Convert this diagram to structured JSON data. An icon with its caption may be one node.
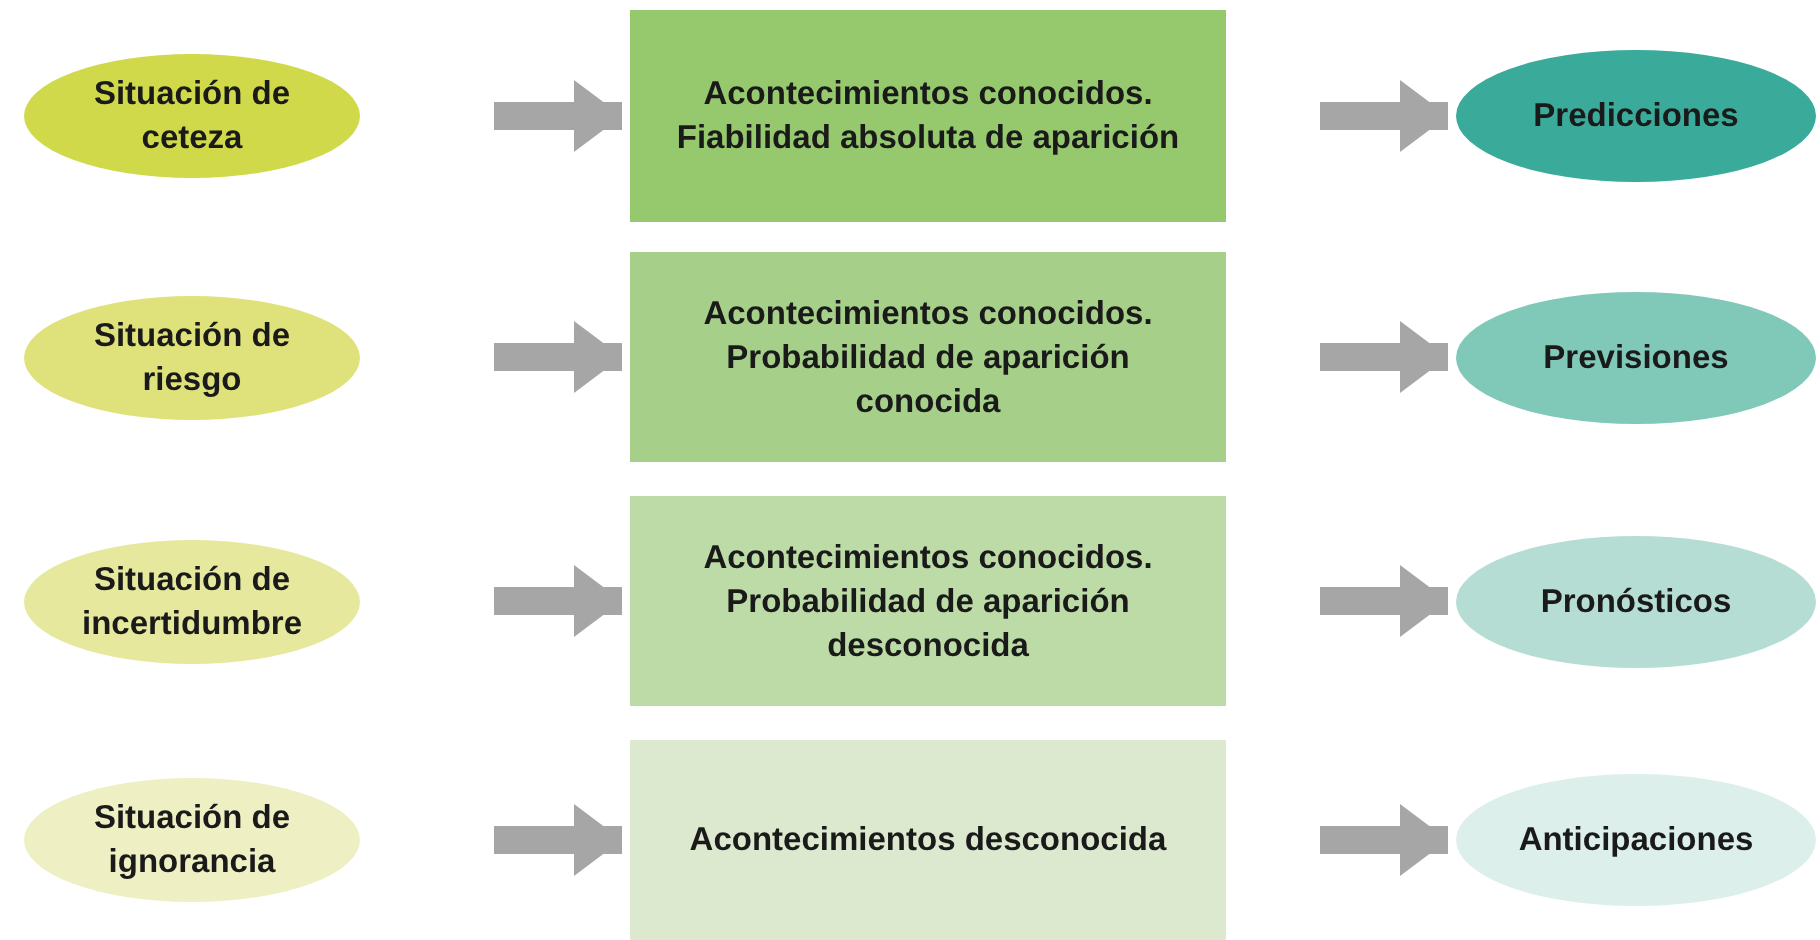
{
  "diagram": {
    "nodes": [
      {
        "text": [
          "Situación de ceteza"
        ]
      },
      {
        "text": [
          "Acontecimientos conocidos. Fiabilidad absoluta de aparición"
        ]
      },
      {
        "text": [
          "Predicciones"
        ]
      },
      {
        "text": [
          "Situación de riesgo"
        ]
      },
      {
        "text": [
          "Acontecimientos conocidos. Probabilidad de aparición conocida"
        ]
      },
      {
        "text": [
          "Previsiones"
        ]
      },
      {
        "text": [
          "Situación de incertidumbre"
        ]
      },
      {
        "text": [
          "Acontecimientos conocidos. Probabilidad de aparición desconocida"
        ]
      },
      {
        "text": [
          "Pronósticos"
        ]
      },
      {
        "text": [
          "Situación de ignorancia"
        ]
      },
      {
        "text": [
          "Acontecimientos desconocida"
        ]
      },
      {
        "text": [
          "Anticipaciones"
        ]
      }
    ],
    "edges": [
      {
        "from": 0,
        "to": 1,
        "arrow": "to"
      },
      {
        "from": 1,
        "to": 2,
        "arrow": "to"
      },
      {
        "from": 3,
        "to": 4,
        "arrow": "to"
      },
      {
        "from": 4,
        "to": 5,
        "arrow": "to"
      },
      {
        "from": 6,
        "to": 7,
        "arrow": "to"
      },
      {
        "from": 7,
        "to": 8,
        "arrow": "to"
      },
      {
        "from": 9,
        "to": 10,
        "arrow": "to"
      },
      {
        "from": 10,
        "to": 11,
        "arrow": "to"
      }
    ]
  }
}
